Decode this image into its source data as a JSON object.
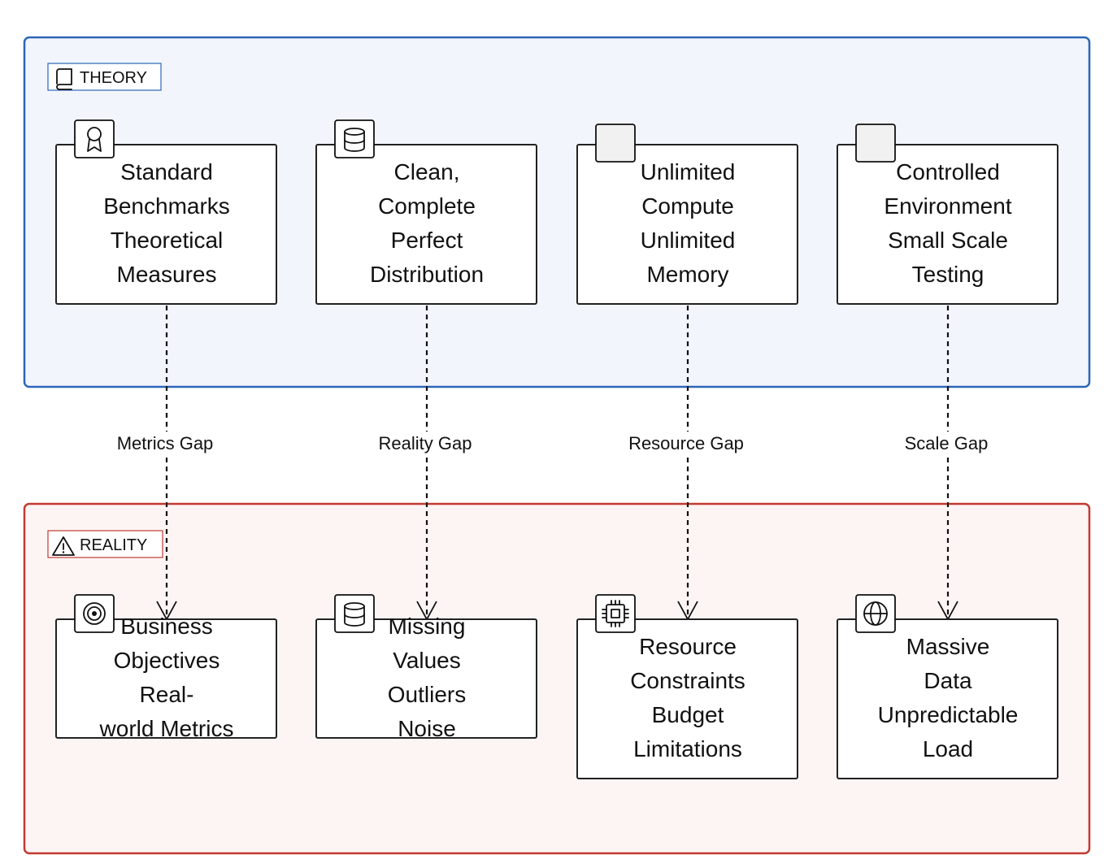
{
  "groups": {
    "theory": {
      "label": "THEORY",
      "color": "#2c66b8",
      "icon": "book-icon"
    },
    "reality": {
      "label": "REALITY",
      "color": "#c23a32",
      "icon": "warning-icon"
    }
  },
  "theory_nodes": [
    {
      "id": "standard-benchmarks",
      "icon": "award-icon",
      "lines": [
        "Standard",
        "Benchmarks",
        "Theoretical",
        "Measures"
      ]
    },
    {
      "id": "clean-data",
      "icon": "database-icon",
      "lines": [
        "Clean,",
        "Complete",
        "Perfect",
        "Distribution"
      ]
    },
    {
      "id": "unlimited-compute",
      "icon": "blank-icon",
      "lines": [
        "Unlimited",
        "Compute",
        "Unlimited",
        "Memory"
      ]
    },
    {
      "id": "controlled-environment",
      "icon": "blank-icon",
      "lines": [
        "Controlled",
        "Environment",
        "Small Scale",
        "Testing"
      ]
    }
  ],
  "reality_nodes": [
    {
      "id": "business-objectives",
      "icon": "target-icon",
      "lines": [
        "Business",
        "Objectives",
        "Real-",
        "world Metrics"
      ]
    },
    {
      "id": "missing-values",
      "icon": "database-icon",
      "lines": [
        "Missing",
        "Values",
        "Outliers",
        "Noise"
      ]
    },
    {
      "id": "resource-constraints",
      "icon": "cpu-icon",
      "lines": [
        "Resource",
        "Constraints",
        "Budget",
        "Limitations"
      ]
    },
    {
      "id": "massive-data",
      "icon": "globe-icon",
      "lines": [
        "Massive",
        "Data",
        "Unpredictable",
        "Load"
      ]
    }
  ],
  "edges": [
    {
      "from": "standard-benchmarks",
      "to": "business-objectives",
      "label": "Metrics Gap"
    },
    {
      "from": "clean-data",
      "to": "missing-values",
      "label": "Reality Gap"
    },
    {
      "from": "unlimited-compute",
      "to": "resource-constraints",
      "label": "Resource Gap"
    },
    {
      "from": "controlled-environment",
      "to": "massive-data",
      "label": "Scale Gap"
    }
  ]
}
